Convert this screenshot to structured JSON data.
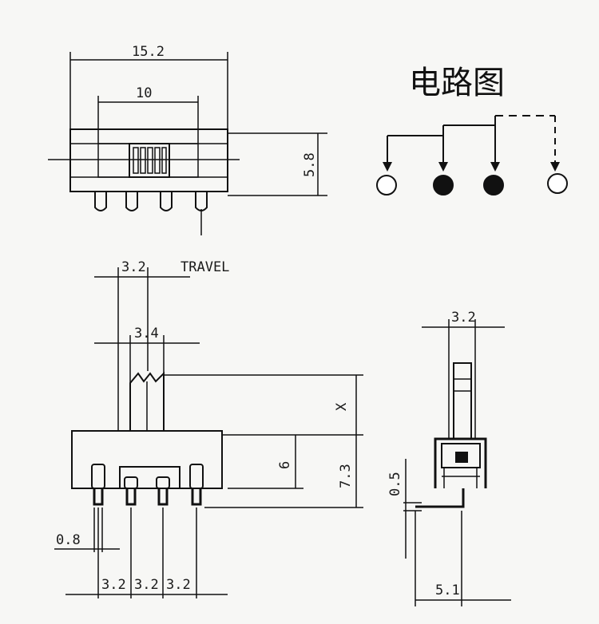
{
  "circuit": {
    "title": "电路图",
    "terminal_states": [
      "open",
      "filled",
      "filled",
      "open"
    ]
  },
  "top_view": {
    "overall_width": "15.2",
    "actuator_span": "10",
    "height": "5.8"
  },
  "front_view": {
    "travel_value": "3.2",
    "travel_label": "TRAVEL",
    "actuator_width": "3.4",
    "actuator_height": "X",
    "body_height_a": "6",
    "body_height_b": "7.3",
    "pin_width": "0.8",
    "pin_pitch": [
      "3.2",
      "3.2",
      "3.2"
    ]
  },
  "side_view": {
    "actuator_width": "3.2",
    "lead_thickness": "0.5",
    "depth": "5.1"
  },
  "colors": {
    "ink": "#111111",
    "paper": "#f7f7f5"
  }
}
